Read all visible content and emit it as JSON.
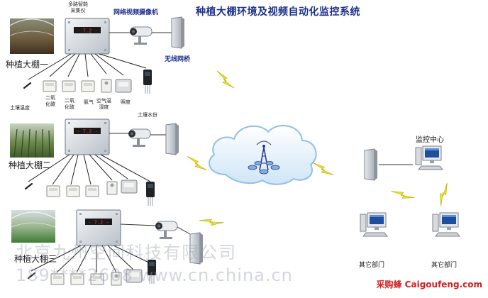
{
  "title": "种植大棚环境及视频自动化监控系统",
  "camera_label": "网络视频摄像机",
  "bridge_label": "无线网桥",
  "greenhouses": [
    "种植大棚一",
    "种植大棚二",
    "种植大棚三"
  ],
  "controller_label_line1": "多路智能",
  "controller_label_line2": "采集仪",
  "controller_display": "7.2",
  "sensors": {
    "soil_temp": "土壤温度",
    "co2_line1": "二氧",
    "co2_line2": "化碳",
    "so2_line1": "二氧",
    "so2_line2": "化硫",
    "ammonia": "氨气",
    "air_line1": "空气温",
    "air_line2": "湿度",
    "light": "照度",
    "soil_water": "土壤水份"
  },
  "monitor_center": "监控中心",
  "departments": [
    "其它部门",
    "其它部门"
  ],
  "watermark_line1": "北京九州空间科技有限公司",
  "watermark_line2": "189****2608  www.cn.china.cn",
  "footer_source": "采购蜂 Caigoufeng.com",
  "colors": {
    "title": "#1c2f8a",
    "bolt": "#f2e21c",
    "cloud": "#8fc0e8",
    "footer": "#d02020"
  }
}
